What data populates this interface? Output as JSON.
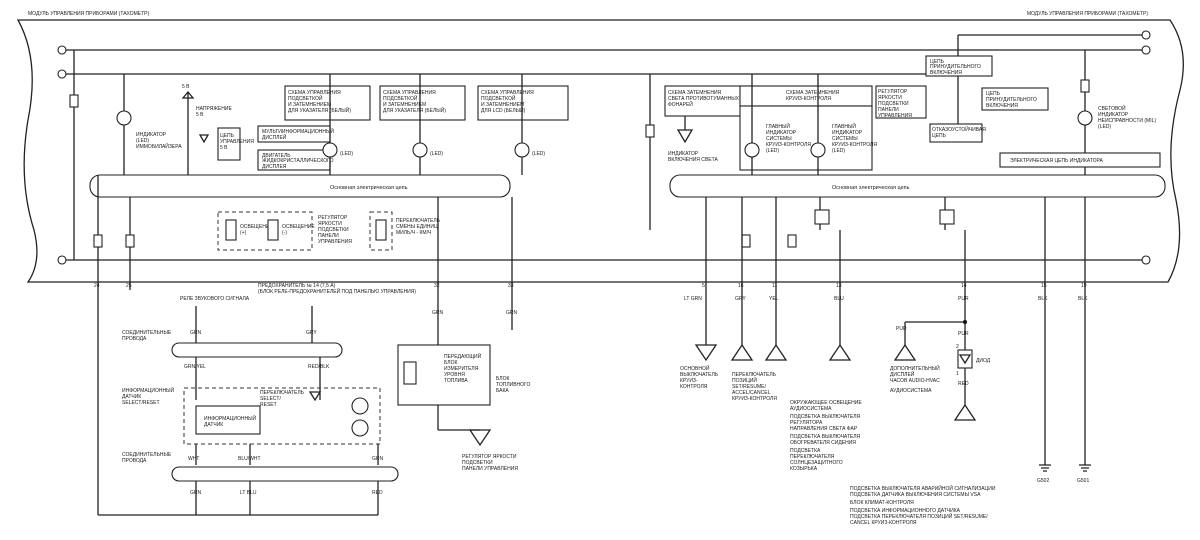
{
  "header": {
    "left_title": "МОДУЛЬ УПРАВЛЕНИЯ ПРИБОРАМИ (ТАХОМЕТР)",
    "right_title": "МОДУЛЬ УПРАВЛЕНИЯ ПРИБОРАМИ (ТАХОМЕТР)"
  },
  "module": {
    "circuit_left": "Основная электрическая цепь",
    "circuit_right": "Основная электрическая цепь",
    "indicator_immobilizer": [
      "ИНДИКАТОР",
      "(LED)",
      "ИММОБИЛАЙЗЕРА"
    ],
    "label_5v": "5 В",
    "label_voltage": [
      "НАПРЯЖЕНИЕ",
      "5 В"
    ],
    "control_circuit": [
      "ЦЕПЬ",
      "УПРАВЛЕНИЯ",
      "5 В"
    ],
    "multi_display": [
      "МУЛЬТИИНФОРМАЦИОННЫЙ",
      "ДИСПЛЕЙ"
    ],
    "lcd_driver": [
      "ДВИГАТЕЛЬ",
      "ЖИДКОКРИСТАЛЛИЧЕСКОГО",
      "ДИСПЛЕЯ"
    ],
    "dim_box_1": [
      "СХЕМА УПРАВЛЕНИЯ",
      "ПОДСВЕТКОЙ",
      "И ЗАТЕМНЕНИЕМ",
      "ДЛЯ УКАЗАТЕЛЯ (БЕЛЫЙ)"
    ],
    "dim_box_2": [
      "СХЕМА УПРАВЛЕНИЯ",
      "ПОДСВЕТКОЙ",
      "И ЗАТЕМНЕНИЕМ",
      "ДЛЯ УКАЗАТЕЛЯ (БЕЛЫЙ)"
    ],
    "dim_box_3": [
      "СХЕМА УПРАВЛЕНИЯ",
      "ПОДСВЕТКОЙ",
      "И ЗАТЕМНЕНИЕМ",
      "ДЛЯ LCD (БЕЛЫЙ)"
    ],
    "led": "(LED)",
    "brightness_reg": [
      "РЕГУЛЯТОР",
      "ЯРКОСТИ",
      "ПОДСВЕТКИ",
      "ПАНЕЛИ",
      "УПРАВЛЕНИЯ"
    ],
    "lighting_a": [
      "ОСВЕЩЕНИЕ",
      "(+)"
    ],
    "lighting_b": [
      "ОСВЕЩЕНИЕ",
      "(-)"
    ],
    "units_switch": [
      "ПЕРЕКЛЮЧАТЕЛЬ",
      "СМЕНЫ ЕДИНИЦ",
      "МИЛЬ/Ч - КМ/Ч"
    ],
    "fog_dim": [
      "СХЕМА ЗАТЕМНЕНИЯ",
      "СВЕТА ПРОТИВОТУМАННЫХ",
      "ФОНАРЕЙ"
    ],
    "light_on_ind": [
      "ИНДИКАТОР",
      "ВКЛЮЧЕНИЯ СВЕТА"
    ],
    "cruise_dim": [
      "СХЕМА ЗАТЕМНЕНИЯ",
      "КРУИЗ-КОНТРОЛЯ"
    ],
    "main_cruise_1": [
      "ГЛАВНЫЙ",
      "ИНДИКАТОР",
      "СИСТЕМЫ",
      "КРУИЗ-КОНТРОЛЯ",
      "(LED)"
    ],
    "main_cruise_2": [
      "ГЛАВНЫЙ",
      "ИНДИКАТОР",
      "СИСТЕМЫ",
      "КРУИЗ-КОНТРОЛЯ",
      "(LED)"
    ],
    "panel_reg": [
      "РЕГУЛЯТОР",
      "ЯРКОСТИ",
      "ПОДСВЕТКИ",
      "ПАНЕЛИ",
      "УПРАВЛЕНИЯ"
    ],
    "forced_on_1": [
      "ЦЕПЬ",
      "ПРИНУДИТЕЛЬНОГО",
      "ВКЛЮЧЕНИЯ"
    ],
    "forced_on_2": [
      "ЦЕПЬ",
      "ПРИНУДИТЕЛЬНОГО",
      "ВКЛЮЧЕНИЯ"
    ],
    "fail_circuit": [
      "ОТКАЗОУСТОЙЧИВАЯ",
      "ЦЕПЬ"
    ],
    "mil": [
      "СВЕТОВОЙ",
      "ИНДИКАТОР",
      "НЕИСПРАВНОСТИ (MIL)",
      "(LED)"
    ],
    "ind_circuit": "ЭЛЕКТРИЧЕСКАЯ ЦЕПЬ ИНДИКАТОРА"
  },
  "pins": [
    "24",
    "25",
    "32",
    "33",
    "5",
    "16",
    "11",
    "13",
    "14",
    "15",
    "19"
  ],
  "wires": {
    "lt_grn": "LT GRN",
    "gry": "GRY",
    "yel": "YEL",
    "blu": "BLU",
    "pur": "PUR",
    "blk1": "BLK",
    "blk2": "BLK",
    "grn": "GRN",
    "grn2": "GRN",
    "gry2": "GRY",
    "grn_yel": "GRN/YEL",
    "red_blk": "RED/BLK",
    "wht": "WHT",
    "blu_wht": "BLU/WHT",
    "grn3": "GRN",
    "grn4": "GRN",
    "lt_blu": "LT BLU",
    "red": "RED",
    "grn5": "GRN",
    "pur2": "PUR",
    "pur3": "PUR",
    "red2": "RED"
  },
  "fuse": [
    "ПРЕДОХРАНИТЕЛЬ № 14 (7,5 A)",
    "(БЛОК РЕЛЕ-ПРЕДОХРАНИТЕЛЕЙ ПОД ПАНЕЛЬЮ УПРАВЛЕНИЯ)"
  ],
  "horn_relay": "РЕЛЕ ЗВУКОВОГО СИГНАЛА",
  "connecting_wires_1": [
    "СОЕДИНИТЕЛЬНЫЕ",
    "ПРОВОДА"
  ],
  "connecting_wires_2": [
    "СОЕДИНИТЕЛЬНЫЕ",
    "ПРОВОДА"
  ],
  "info_sensor_label": [
    "ИНФОРМАЦИОННЫЙ",
    "ДАТЧИК",
    "SELECT/RESET"
  ],
  "select_switch": [
    "ПЕРЕКЛЮЧАТЕЛЬ",
    "SELECT/",
    "RESET"
  ],
  "info_sensor": [
    "ИНФОРМАЦИОННЫЙ",
    "ДАТЧИК"
  ],
  "fuel_sender": [
    "ПЕРЕДАЮЩИЙ",
    "БЛОК",
    "ИЗМЕРИТЕЛЯ",
    "УРОВНЯ",
    "ТОПЛИВА"
  ],
  "fuel_tank": [
    "БЛОК",
    "ТОПЛИВНОГО",
    "БАКА"
  ],
  "bottom_reg": [
    "РЕГУЛЯТОР ЯРКОСТИ",
    "ПОДСВЕТКИ",
    "ПАНЕЛИ УПРАВЛЕНИЯ"
  ],
  "cruise_main_sw": [
    "ОСНОВНОЙ",
    "ВЫКЛЮЧАТЕЛЬ",
    "КРУИЗ-",
    "КОНТРОЛЯ"
  ],
  "cruise_pos_sw": [
    "ПЕРЕКЛЮЧАТЕЛЬ",
    "ПОЗИЦИЙ",
    "SET/RESUME/",
    "ACCEL/CANCEL",
    "КРУИЗ-КОНТРОЛЯ"
  ],
  "extra_display": [
    "ДОПОЛНИТЕЛЬНЫЙ",
    "ДИСПЛЕЙ",
    "ЧАСОВ AUDIO-HVAC"
  ],
  "audio": "АУДИОСИСТЕМА",
  "diode": "ДИОД",
  "diode_pins": [
    "2",
    "1"
  ],
  "lighting_list": [
    "ОКРУЖАЮЩЕЕ ОСВЕЩЕНИЕ",
    "АУДИОСИСТЕМА",
    "ПОДСВЕТКА ВЫКЛЮЧАТЕЛЯ",
    "РЕГУЛЯТОРА",
    "НАПРАВЛЕНИЯ СВЕТА ФАР",
    "ПОДСВЕТКА ВЫКЛЮЧАТЕЛЯ",
    "ОБОГРЕВАТЕЛЯ СИДЕНИЯ",
    "ПОДСВЕТКА",
    "ПЕРЕКЛЮЧАТЕЛЯ",
    "СОЛНЦЕЗАЩИТНОГО",
    "КОЗЫРЬКА"
  ],
  "bottom_list": [
    "ПОДСВЕТКА ВЫКЛЮЧАТЕЛЯ АВАРИЙНОЙ СИГНАЛИЗАЦИИ",
    "ПОДСВЕТКА ДАТЧИКА ВЫКЛЮЧЕНИЯ СИСТЕМЫ VSA",
    "БЛОК КЛИМАТ-КОНТРОЛЯ",
    "ПОДСВЕТКА ИНФОРМАЦИОННОГО ДАТЧИКА",
    "ПОДСВЕТКА ПЕРЕКЛЮЧАТЕЛЯ ПОЗИЦИЙ SET/RESUME/",
    "CANCEL КРУИЗ-КОНТРОЛЯ"
  ],
  "grounds": [
    "G502",
    "G501"
  ]
}
